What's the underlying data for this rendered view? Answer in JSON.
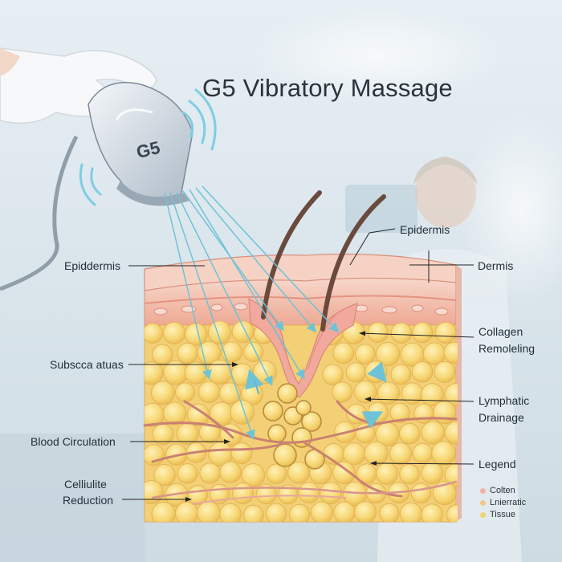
{
  "title": "G5 Vibratory Massage",
  "device_label": "G5",
  "labels": {
    "epidermis_top": "Epidermis",
    "epiddermis_left": "Epiddermis",
    "dermis": "Dermis",
    "collagen_line1": "Collagen",
    "collagen_line2": "Remoleling",
    "subcutaneous": "Subscca atuas",
    "lymphatic_line1": "Lymphatic",
    "lymphatic_line2": "Drainage",
    "blood_circulation": "Blood Circulation",
    "legend_label": "Legend",
    "cellulite_line1": "Celliulite",
    "cellulite_line2": "Reduction"
  },
  "legend": [
    {
      "text": "Colten",
      "color": "#f2b3a6"
    },
    {
      "text": "Lnierratic",
      "color": "#f3c98a"
    },
    {
      "text": "Tissue",
      "color": "#f2d373"
    }
  ],
  "colors": {
    "fat": "#f6d57c",
    "dermis": "#f2b3a6",
    "epidermis": "#f6cfc3",
    "arrow": "#6ec3d6",
    "hair": "#6b4a3e"
  }
}
